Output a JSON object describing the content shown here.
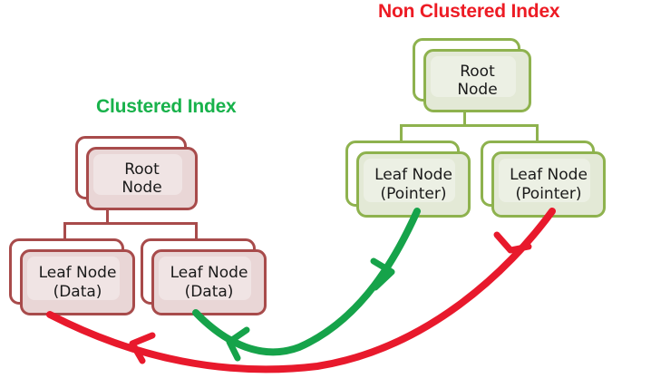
{
  "diagram": {
    "titles": {
      "clustered": "Clustered Index",
      "non_clustered": "Non Clustered Index"
    },
    "colors": {
      "title_clustered": "#18b24b",
      "title_non_clustered": "#ed1b24",
      "clustered_border": "#a84b4b",
      "clustered_fill": "#e9d6d6",
      "non_clustered_border": "#8eb24e",
      "non_clustered_fill": "#e3e9d6",
      "arrow_green": "#16a34a",
      "arrow_red": "#e8192c",
      "background": "#ffffff"
    },
    "clustered": {
      "root": {
        "line1": "Root",
        "line2": "Node"
      },
      "leaves": [
        {
          "line1": "Leaf Node",
          "line2": "(Data)"
        },
        {
          "line1": "Leaf Node",
          "line2": "(Data)"
        }
      ]
    },
    "non_clustered": {
      "root": {
        "line1": "Root",
        "line2": "Node"
      },
      "leaves": [
        {
          "line1": "Leaf Node",
          "line2": "(Pointer)"
        },
        {
          "line1": "Leaf Node",
          "line2": "(Pointer)"
        }
      ]
    },
    "arrows": [
      {
        "name": "pointer-to-data-green",
        "color": "#16a34a",
        "from": "non-clustered-leaf-left",
        "to": "clustered-leaf-right"
      },
      {
        "name": "pointer-to-data-red",
        "color": "#e8192c",
        "from": "non-clustered-leaf-right",
        "to": "clustered-leaf-left"
      }
    ]
  }
}
